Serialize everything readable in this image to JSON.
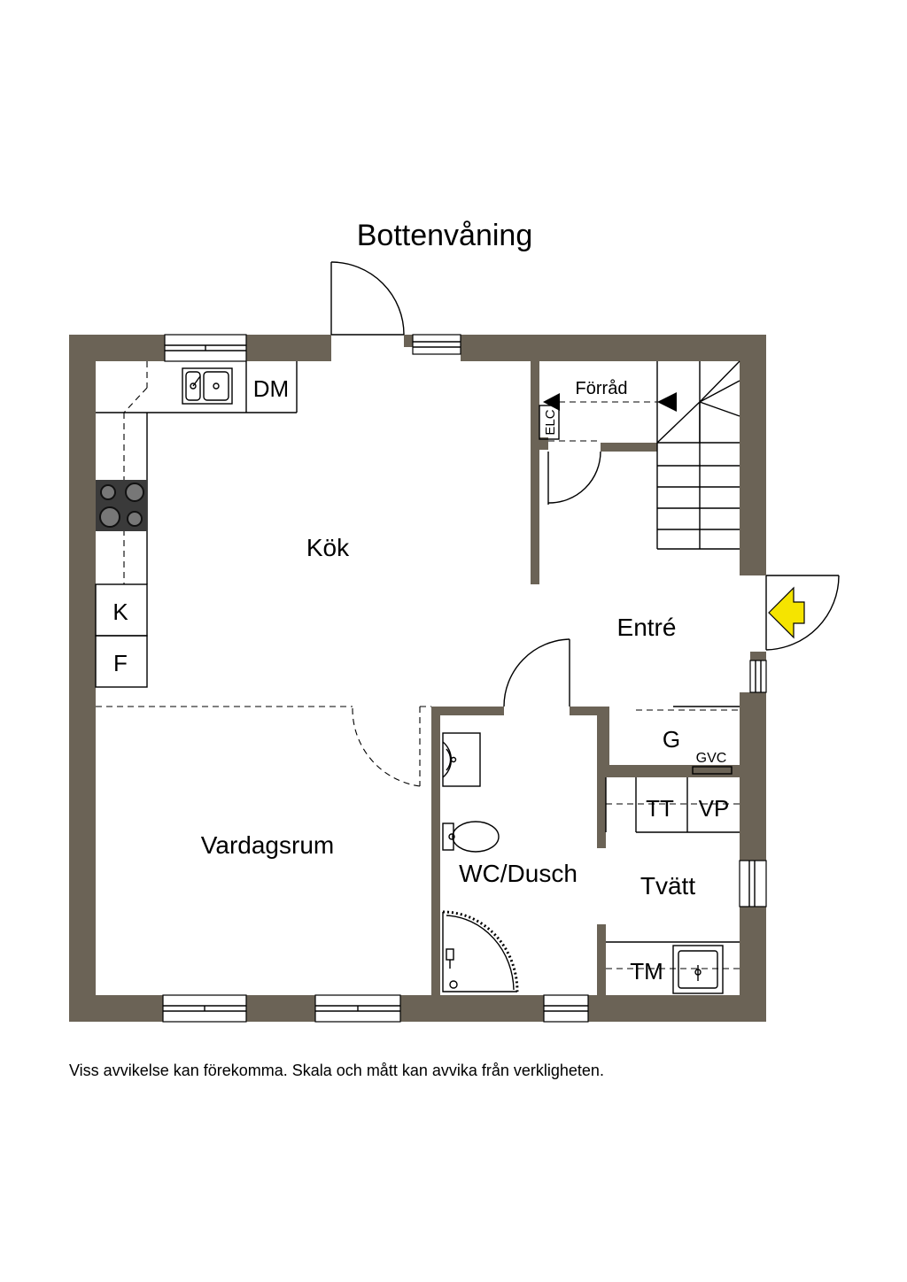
{
  "title": "Bottenvåning",
  "footer_note": "Viss avvikelse kan förekomma. Skala och mått kan avvika från verkligheten.",
  "rooms": {
    "kok": "Kök",
    "vardagsrum": "Vardagsrum",
    "entre": "Entré",
    "wc_dusch": "WC/Dusch",
    "tvatt": "Tvätt",
    "forrad": "Förråd"
  },
  "fixtures": {
    "dm": "DM",
    "k": "K",
    "f": "F",
    "elc": "ELC",
    "g": "G",
    "gvc": "GVC",
    "tt": "TT",
    "vp": "VP",
    "tm": "TM"
  },
  "colors": {
    "wall": "#6b6356",
    "entrance_arrow": "#f5e400",
    "stove": "#3a3a3a"
  },
  "icons": [
    "entrance-arrow-icon",
    "stair-arrow-icon",
    "sink-icon",
    "stove-icon",
    "toilet-icon",
    "shower-icon",
    "washbasin-icon"
  ]
}
